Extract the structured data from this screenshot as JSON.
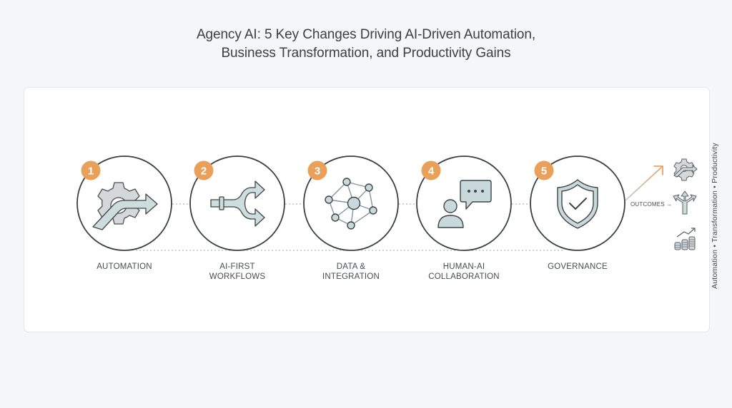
{
  "title": {
    "line1": "Agency AI: 5 Key Changes Driving AI-Driven Automation,",
    "line2": "Business Transformation, and Productivity Gains"
  },
  "colors": {
    "background": "#f4f6f8",
    "card": "#ffffff",
    "badge": "#e9a05a",
    "circle_stroke": "#3a3f44",
    "icon_fill": "#c9d8da",
    "icon_stroke": "#3d4549",
    "dotted_line": "#b8bcc0",
    "outcome_arrow": "#e2aa6e"
  },
  "steps": [
    {
      "number": "1",
      "label_line1": "AUTOMATION",
      "label_line2": "",
      "icon": "gear-arrow-icon"
    },
    {
      "number": "2",
      "label_line1": "AI-FIRST",
      "label_line2": "WORKFLOWS",
      "icon": "split-arrows-icon"
    },
    {
      "number": "3",
      "label_line1": "DATA &",
      "label_line2": "INTEGRATION",
      "icon": "network-nodes-icon"
    },
    {
      "number": "4",
      "label_line1": "HUMAN-AI",
      "label_line2": "COLLABORATION",
      "icon": "person-chat-icon"
    },
    {
      "number": "5",
      "label_line1": "GOVERNANCE",
      "label_line2": "",
      "icon": "shield-check-icon"
    }
  ],
  "outcomes": {
    "label": "OUTCOMES →",
    "icons": [
      "gear-arrow-icon",
      "branching-arrows-icon",
      "coins-growth-icon"
    ]
  },
  "side_caption": "Automation • Transformation • Productivity"
}
